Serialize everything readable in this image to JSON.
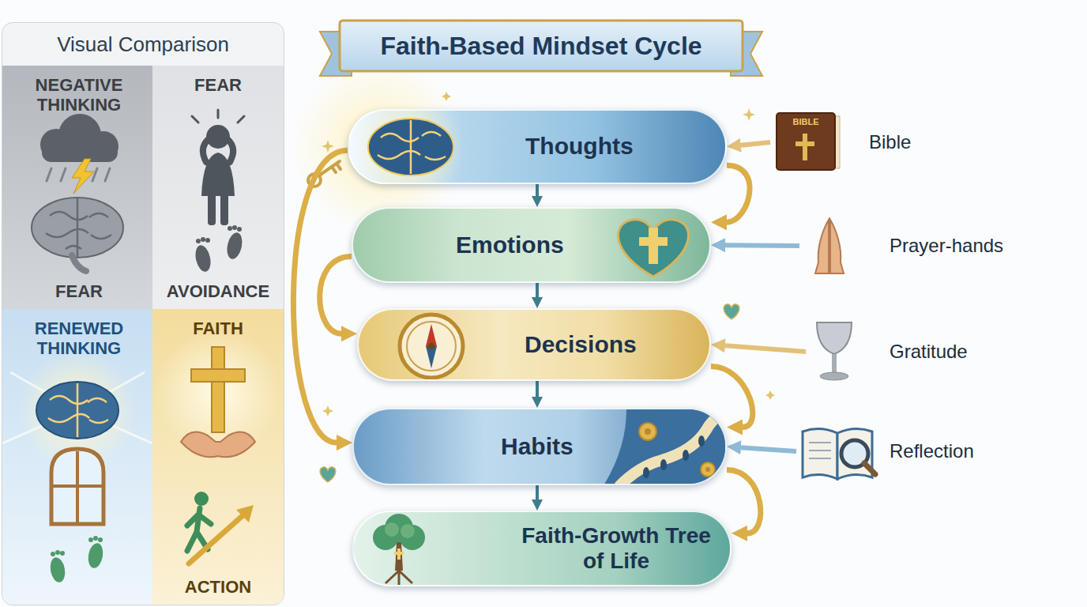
{
  "diagram": {
    "title": "Faith-Based Mindset Cycle",
    "nodes": [
      {
        "text": [
          "Visual Comparison"
        ]
      },
      {
        "text": [
          "NEGATIVE THINKING",
          "FEAR"
        ],
        "in": 0
      },
      {
        "text": [
          "FEAR",
          "AVOIDANCE"
        ],
        "in": 0
      },
      {
        "text": [
          "RENEWED THINKING"
        ],
        "in": 0
      },
      {
        "text": [
          "FAITH",
          "ACTION"
        ],
        "in": 0
      },
      {
        "text": [
          "Thoughts"
        ]
      },
      {
        "text": [
          "Emotions"
        ]
      },
      {
        "text": [
          "Decisions"
        ]
      },
      {
        "text": [
          "Habits"
        ]
      },
      {
        "text": [
          "Faith-Growth Tree of Life"
        ]
      },
      {
        "text": [
          "Bible"
        ]
      },
      {
        "text": [
          "Prayer-hands"
        ]
      },
      {
        "text": [
          "Gratitude"
        ]
      },
      {
        "text": [
          "Reflection"
        ]
      }
    ],
    "edges": [
      {
        "from": 5,
        "to": 6,
        "arrow": "to"
      },
      {
        "from": 6,
        "to": 7,
        "arrow": "to"
      },
      {
        "from": 7,
        "to": 8,
        "arrow": "to"
      },
      {
        "from": 8,
        "to": 9,
        "arrow": "to"
      },
      {
        "from": 5,
        "to": 6,
        "arrow": "to"
      },
      {
        "from": 7,
        "to": 8,
        "arrow": "to"
      },
      {
        "from": 8,
        "to": 9,
        "arrow": "to"
      },
      {
        "from": 6,
        "to": 7,
        "arrow": "to"
      },
      {
        "from": 5,
        "to": 8,
        "arrow": "to"
      },
      {
        "from": 10,
        "to": 5,
        "arrow": "to"
      },
      {
        "from": 11,
        "to": 6,
        "arrow": "to"
      },
      {
        "from": 12,
        "to": 7,
        "arrow": "to"
      },
      {
        "from": 13,
        "to": 8,
        "arrow": "to"
      }
    ],
    "labels": [
      "BIBLE"
    ]
  }
}
